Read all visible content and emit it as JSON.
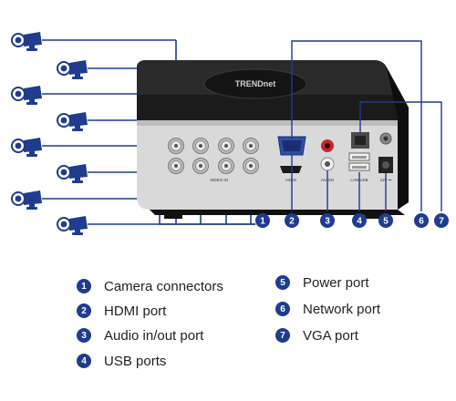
{
  "colors": {
    "accent": "#1f3c8f",
    "device": "#1b1b1b",
    "panel": "#d9d9d9",
    "line": "#1f3c8f"
  },
  "icons": [
    "security-camera-icon"
  ],
  "device": {
    "brand": "TRENDnet",
    "port_labels": {
      "video_in": "VIDEO IN",
      "hdmi": "HDMI",
      "audio": "AUDIO",
      "lan_usb": "LAN USB",
      "power": "12V ⎓"
    }
  },
  "callouts": [
    {
      "num": "1"
    },
    {
      "num": "2"
    },
    {
      "num": "3"
    },
    {
      "num": "4"
    },
    {
      "num": "5"
    },
    {
      "num": "6"
    },
    {
      "num": "7"
    }
  ],
  "legend": [
    {
      "num": "1",
      "label": "Camera connectors"
    },
    {
      "num": "2",
      "label": "HDMI port"
    },
    {
      "num": "3",
      "label": "Audio in/out port"
    },
    {
      "num": "4",
      "label": "USB ports"
    },
    {
      "num": "5",
      "label": "Power port"
    },
    {
      "num": "6",
      "label": "Network port"
    },
    {
      "num": "7",
      "label": "VGA port"
    }
  ]
}
